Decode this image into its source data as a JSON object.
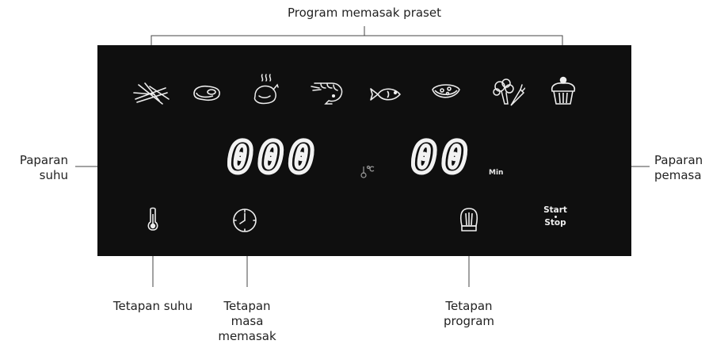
{
  "callouts": {
    "preset_programs": "Program memasak praset",
    "temp_display_l1": "Paparan",
    "temp_display_l2": "suhu",
    "timer_display_l1": "Paparan",
    "timer_display_l2": "pemasa",
    "temp_setting": "Tetapan suhu",
    "time_setting_l1": "Tetapan",
    "time_setting_l2": "masa",
    "time_setting_l3": "memasak",
    "program_setting_l1": "Tetapan",
    "program_setting_l2": "program"
  },
  "panel": {
    "temperature_digits": "000",
    "timer_digits": "00",
    "timer_unit": "Min",
    "start_label": "Start",
    "stop_label": "Stop"
  },
  "preset_icons": [
    "fries-icon",
    "steak-icon",
    "chicken-icon",
    "shrimp-icon",
    "fish-icon",
    "pizza-icon",
    "vegetables-icon",
    "cupcake-icon"
  ],
  "colors": {
    "panel": "#0f0f0f",
    "icon": "#ededed",
    "digits": "#f2f2f2",
    "line": "#444444"
  }
}
